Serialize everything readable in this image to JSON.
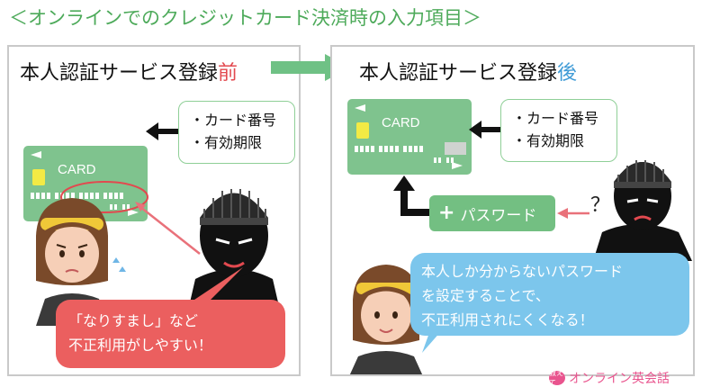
{
  "title": "＜オンラインでのクレジットカード決済時の入力項目＞",
  "left_panel": {
    "heading_prefix": "本人認証サービス登録",
    "heading_mark": "前",
    "card_label": "CARD",
    "info_items": [
      "・カード番号",
      "・有効期限"
    ],
    "speech_lines": [
      "「なりすまし」など",
      "不正利用がしやすい！"
    ]
  },
  "right_panel": {
    "heading_prefix": "本人認証サービス登録",
    "heading_mark": "後",
    "card_label": "CARD",
    "info_items": [
      "・カード番号",
      "・有効期限"
    ],
    "password_label": "パスワード",
    "question_mark": "？",
    "speech_lines": [
      "本人しか分からないパスワード",
      "を設定することで、",
      "不正利用されにくくなる！"
    ]
  },
  "logo": {
    "badge": "教えて",
    "text": "オンライン英会話"
  },
  "colors": {
    "green": "#4daa5a",
    "card_green": "#7fc38e",
    "red": "#e2494f",
    "blue": "#3f9bd6",
    "speech_red": "#eb5f5f",
    "speech_blue": "#7cc6ec",
    "chip_yellow": "#f3ea45"
  }
}
